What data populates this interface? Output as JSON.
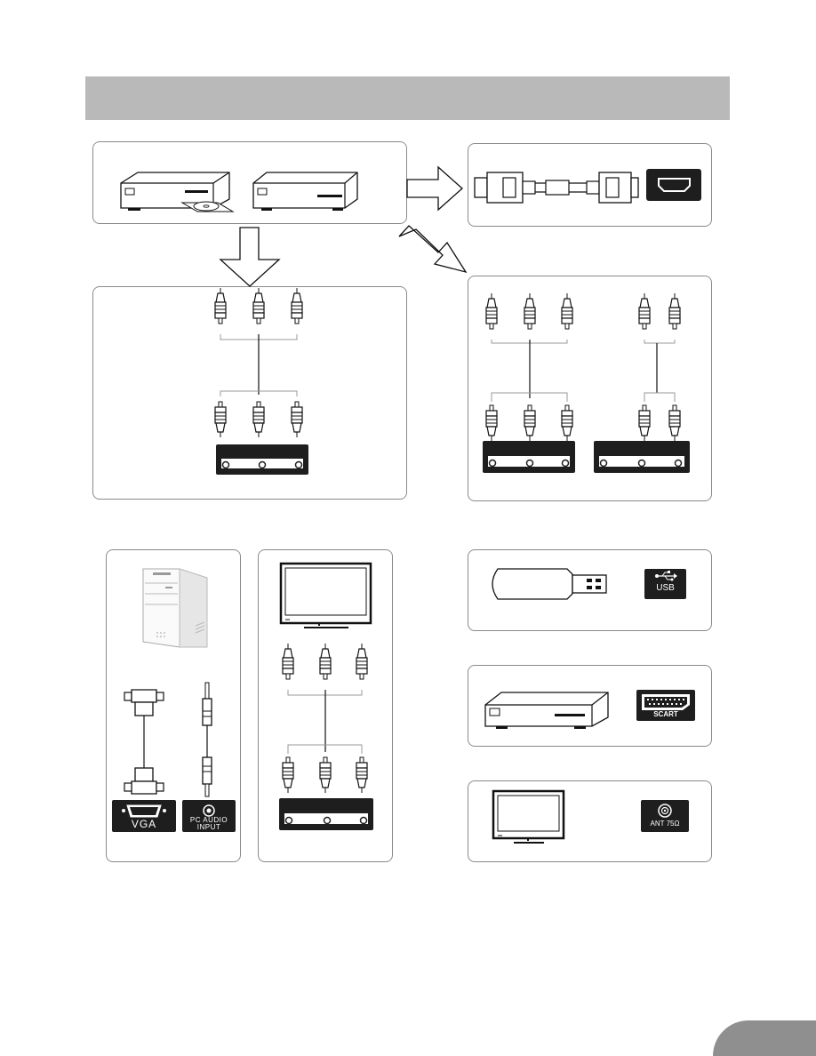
{
  "ports": {
    "vga": "VGA",
    "pc_audio_line1": "PC AUDIO",
    "pc_audio_line2": "INPUT",
    "usb": "USB",
    "scart": "SCART",
    "antenna": "ANT 75Ω"
  },
  "colors": {
    "header": "#b9b9b9",
    "panel_border": "#8a8a8a",
    "port_fill": "#1e1e1e",
    "page_tab": "#8f8f8f"
  },
  "icons": [
    "dvd-player-icon",
    "set-top-box-icon",
    "hdmi-cable-icon",
    "hdmi-port-icon",
    "rca-cable-icon",
    "component-port-icon",
    "pc-tower-icon",
    "vga-cable-icon",
    "audio-cable-icon",
    "tv-monitor-icon",
    "usb-drive-icon",
    "usb-port-icon",
    "scart-port-icon",
    "antenna-port-icon",
    "arrow-icon"
  ]
}
